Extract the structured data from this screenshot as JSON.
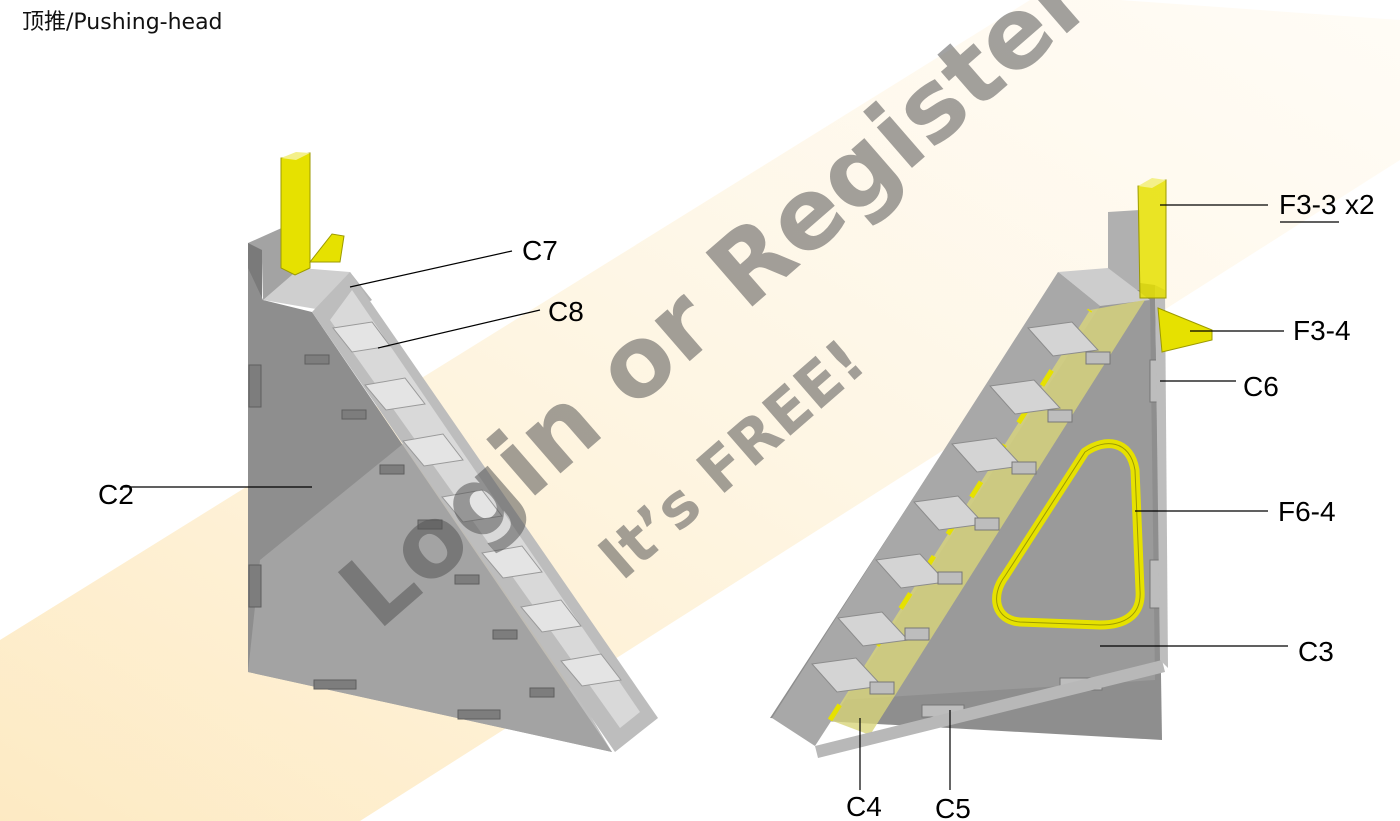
{
  "title": "顶推/Pushing-head",
  "watermark": {
    "line1": "Login or Register",
    "line2": "It’s FREE!"
  },
  "labels": {
    "c7": "C7",
    "c8": "C8",
    "c2": "C2",
    "f3_3": "F3-3",
    "f3_3_qty": "x2",
    "f3_4": "F3-4",
    "c6": "C6",
    "f6_4": "F6-4",
    "c3": "C3",
    "c4": "C4",
    "c5": "C5"
  },
  "colors": {
    "panel_gray": "#8e8e8e",
    "panel_dark": "#6f6f6f",
    "panel_light": "#c9c9c9",
    "part_yellow": "#e6e100",
    "band_cream": "#fdefcf"
  }
}
